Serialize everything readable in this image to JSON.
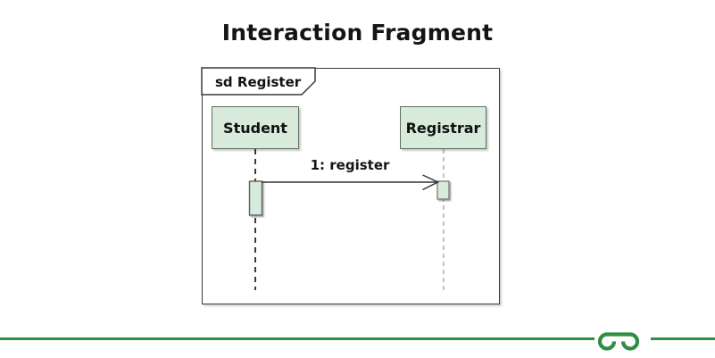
{
  "title": "Interaction Fragment",
  "diagram": {
    "frame_label": "sd Register",
    "lifelines": [
      {
        "name": "Student"
      },
      {
        "name": "Registrar"
      }
    ],
    "messages": [
      {
        "label": "1: register",
        "from": "Student",
        "to": "Registrar",
        "sequence": "1"
      }
    ]
  },
  "footer": {
    "logo_icon": "geeksforgeeks-logo"
  },
  "colors": {
    "box_fill": "#d8ead9",
    "box_border": "#60705f",
    "frame_border": "#3a3a3a",
    "lifeline_dark": "#1a1a1a",
    "lifeline_gray": "#a3a3a3",
    "accent_green": "#2f8d46",
    "text": "#111111"
  }
}
